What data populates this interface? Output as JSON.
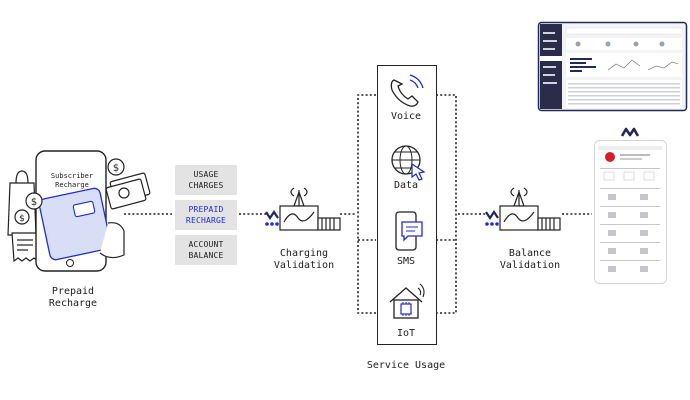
{
  "prepaid": {
    "card_text": "Subscriber Recharge",
    "label": "Prepaid Recharge"
  },
  "tags": [
    {
      "text": "USAGE CHARGES",
      "active": false
    },
    {
      "text": "PREPAID RECHARGE",
      "active": true
    },
    {
      "text": "ACCOUNT BALANCE",
      "active": false
    }
  ],
  "charging": {
    "label": "Charging Validation"
  },
  "services": {
    "items": [
      {
        "label": "Voice",
        "icon": "phone-icon"
      },
      {
        "label": "Data",
        "icon": "globe-icon"
      },
      {
        "label": "SMS",
        "icon": "sms-icon"
      },
      {
        "label": "IoT",
        "icon": "iot-house-icon"
      }
    ],
    "caption": "Service Usage"
  },
  "balance": {
    "label": "Balance Validation"
  },
  "colors": {
    "accent_blue": "#1f2bd6",
    "dark_navy": "#23285a",
    "tag_bg": "#e3e3e3",
    "line": "#222222"
  }
}
